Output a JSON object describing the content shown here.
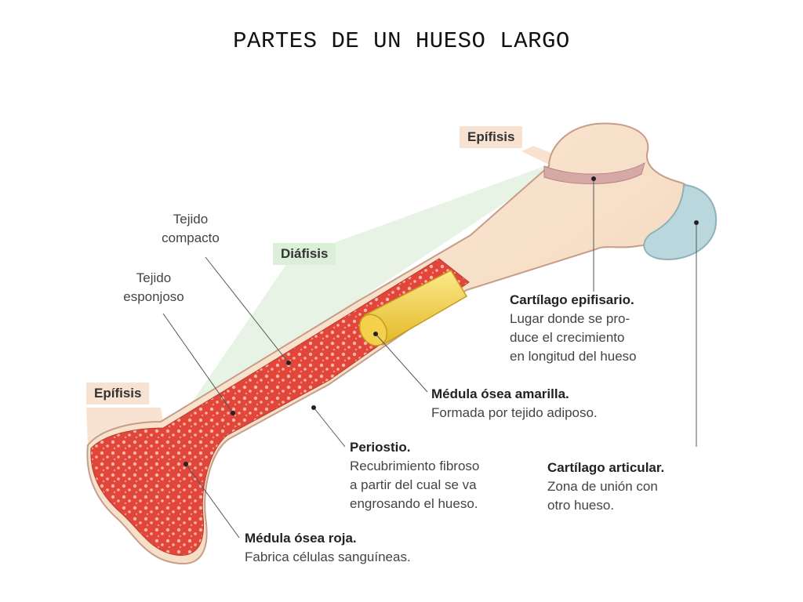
{
  "title": "PARTES DE UN HUESO LARGO",
  "colors": {
    "bone": "#f7e2c8",
    "bone_outline": "#c79d88",
    "red_marrow": "#e2463b",
    "yellow_marrow": "#f2d24a",
    "articular_cartilage": "#b9d7dc",
    "epiphyseal_cartilage": "#d6a8a6",
    "epiphysis_tag": "#f8e3d2",
    "diaphysis_tag": "#dcefd9"
  },
  "tags": {
    "epiphysis_top": "Epífisis",
    "epiphysis_bottom": "Epífisis",
    "diaphysis": "Diáfisis"
  },
  "labels": {
    "compact_tissue": "Tejido\ncompacto",
    "spongy_tissue": "Tejido\nesponjoso",
    "epiphyseal_cartilage": {
      "title": "Cartílago epifisario.",
      "desc": "Lugar donde se pro-\nduce el crecimiento\nen longitud del hueso"
    },
    "yellow_marrow": {
      "title": "Médula ósea amarilla.",
      "desc": "Formada por tejido adiposo."
    },
    "periosteum": {
      "title": "Periostio.",
      "desc": "Recubrimiento fibroso\na partir del cual se va\nengrosando el hueso."
    },
    "articular_cartilage": {
      "title": "Cartílago articular.",
      "desc": "Zona de unión con\notro hueso."
    },
    "red_marrow": {
      "title": "Médula ósea roja.",
      "desc": "Fabrica células sanguíneas."
    }
  }
}
